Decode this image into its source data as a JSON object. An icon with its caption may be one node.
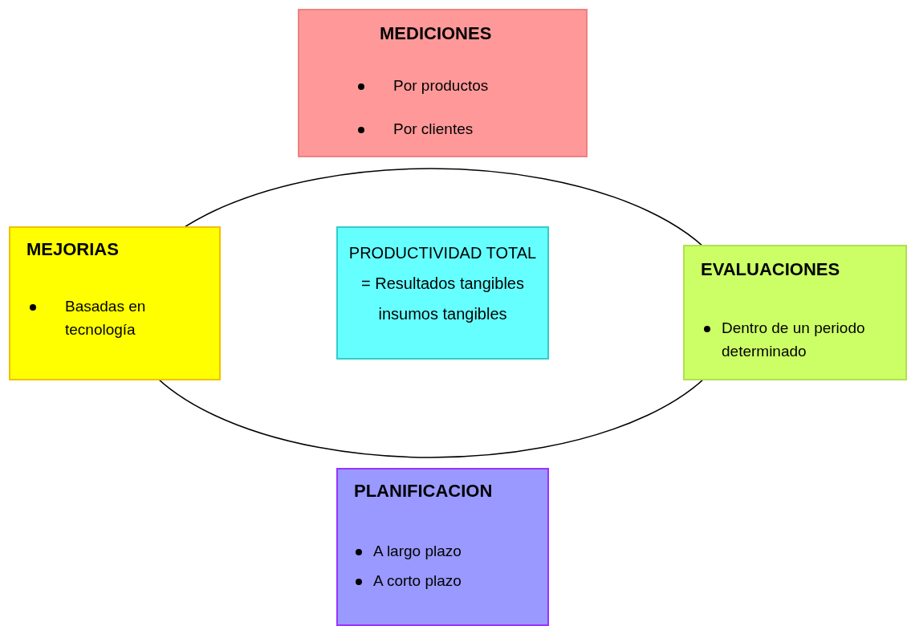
{
  "diagram": {
    "nodes": [
      {
        "text": [
          "MEDICIONES",
          "Por productos",
          "Por clientes"
        ]
      },
      {
        "text": [
          "MEJORIAS",
          "Basadas en tecnología"
        ]
      },
      {
        "text": [
          "PRODUCTIVIDAD TOTAL = Resultados tangibles insumos tangibles"
        ]
      },
      {
        "text": [
          "EVALUACIONES",
          "Dentro de un periodo determinado"
        ]
      },
      {
        "text": [
          "PLANIFICACION",
          "A largo plazo",
          "A corto plazo"
        ]
      }
    ]
  }
}
